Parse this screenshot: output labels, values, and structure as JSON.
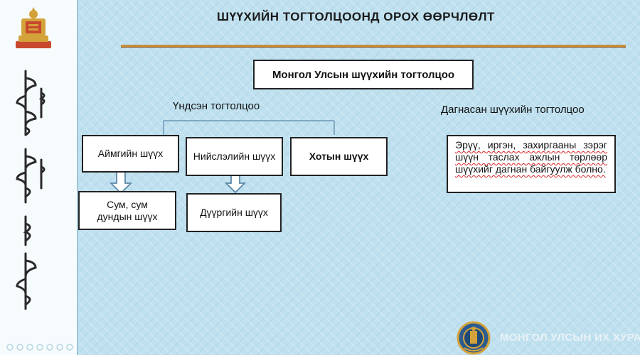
{
  "slide": {
    "title": "ШҮҮХИЙН ТОГТОЛЦООНД ОРОХ ӨӨРЧЛӨЛТ",
    "root_box": "Монгол Улсын шүүхийн тогтолцоо",
    "branch_left_label": "Үндсэн тогтолцоо",
    "branch_right_label": "Дагнасан шүүхийн  тогтолцоо",
    "courts": {
      "aimag": "Аймгийн шүүх",
      "capital": "Нийслэлийн шүүх",
      "city": "Хотын шүүх",
      "soum": "Сум, сум дундын шүүх",
      "district": "Дүүргийн шүүх"
    },
    "specialized_description": "Эрүү, иргэн, захиргааны зэрэг шүүн таслах ажлын төрлөөр шүүхийг дагнан байгуулж болно.",
    "footer": "МОНГОЛ УЛСЫН ИХ ХУРАЛ"
  },
  "colors": {
    "background": "#bfe0ef",
    "accent_rule": "#c98a3a",
    "emblem": "#d4a23a"
  },
  "icons": [
    "soyombo-emblem-icon",
    "state-emblem-icon",
    "down-arrow-icon"
  ]
}
